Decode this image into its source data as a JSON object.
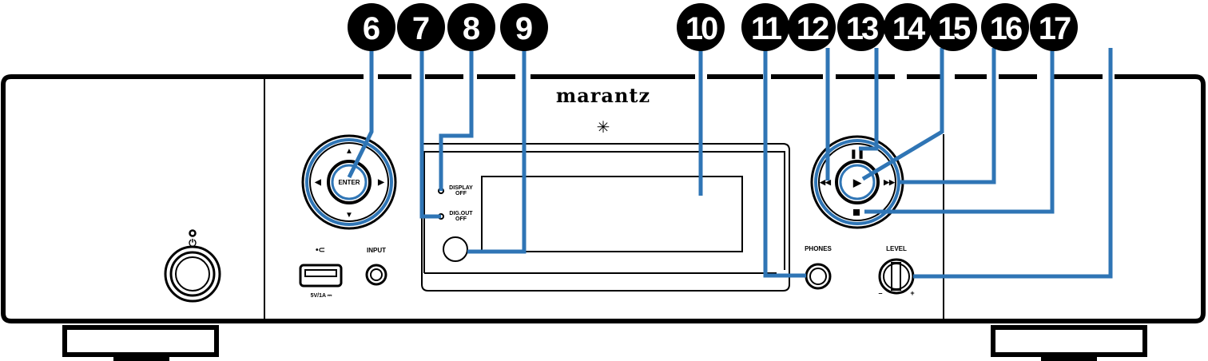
{
  "diagram": {
    "title": "Front panel (marantz)",
    "brand": "marantz",
    "colors": {
      "callout_line": "#2f75b5",
      "outline": "#000000",
      "background": "#ffffff"
    },
    "callouts": [
      {
        "number": "6",
        "target": "ENTER / cursor ring"
      },
      {
        "number": "7",
        "target": "DIG.OUT OFF indicator"
      },
      {
        "number": "8",
        "target": "DISPLAY OFF indicator"
      },
      {
        "number": "9",
        "target": "Remote control sensor"
      },
      {
        "number": "10",
        "target": "Display"
      },
      {
        "number": "11",
        "target": "PHONES jack"
      },
      {
        "number": "12",
        "target": "Previous button"
      },
      {
        "number": "13",
        "target": "Pause button"
      },
      {
        "number": "14",
        "target": "Play button"
      },
      {
        "number": "15",
        "target": "Next button"
      },
      {
        "number": "16",
        "target": "Stop button"
      },
      {
        "number": "17",
        "target": "LEVEL knob"
      }
    ],
    "labels": {
      "enter": "ENTER",
      "display_off_1": "DISPLAY",
      "display_off_2": "OFF",
      "dig_out_1": "DIG.OUT",
      "dig_out_2": "OFF",
      "input": "INPUT",
      "usb_rating": "5V/1A ⎓",
      "phones": "PHONES",
      "level": "LEVEL",
      "level_minus": "–",
      "level_plus": "+"
    },
    "glyphs": {
      "up": "▲",
      "down": "▼",
      "left": "◀",
      "right": "▶",
      "prev": "⏮",
      "next": "⏭",
      "play": "▶",
      "pause": "⏸",
      "stop": "■",
      "usb": "⭠",
      "power": "⏻",
      "star": "✳"
    }
  }
}
